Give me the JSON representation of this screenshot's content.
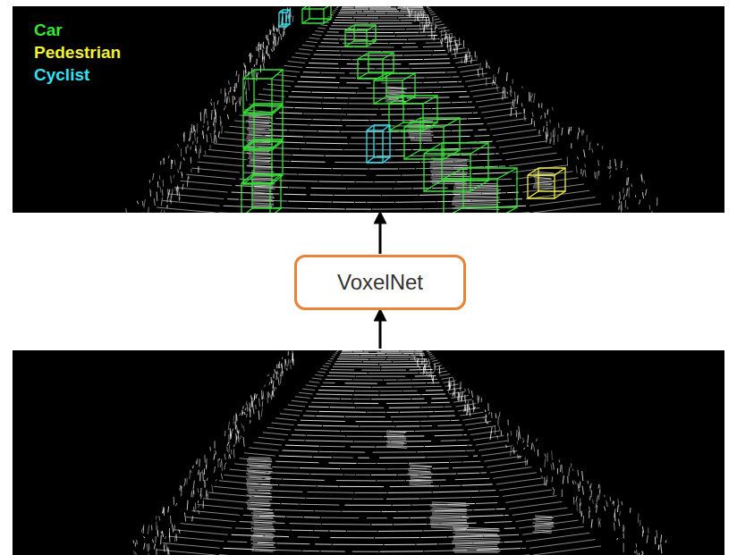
{
  "diagram": {
    "nodes": [
      {
        "text": [
          "VoxelNet"
        ]
      }
    ],
    "legend": [
      {
        "text": "Car",
        "color": "#33e833"
      },
      {
        "text": "Pedestrian",
        "color": "#f2f230"
      },
      {
        "text": "Cyclist",
        "color": "#33e0f0"
      }
    ]
  }
}
